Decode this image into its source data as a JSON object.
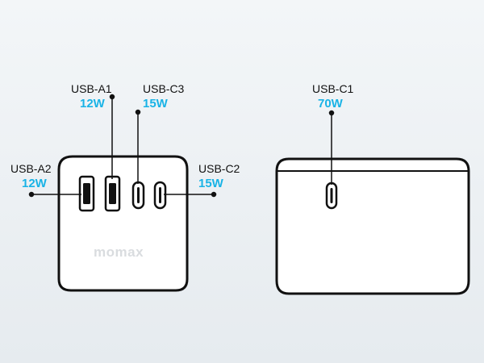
{
  "colors": {
    "accent": "#19b3e6",
    "outline": "#111111",
    "logo": "#d9dcdf"
  },
  "charger_left": {
    "brand": "momax",
    "ports": [
      {
        "name": "USB-A1",
        "power": "12W"
      },
      {
        "name": "USB-C3",
        "power": "15W"
      },
      {
        "name": "USB-A2",
        "power": "12W"
      },
      {
        "name": "USB-C2",
        "power": "15W"
      }
    ]
  },
  "charger_right": {
    "ports": [
      {
        "name": "USB-C1",
        "power": "70W"
      }
    ]
  }
}
